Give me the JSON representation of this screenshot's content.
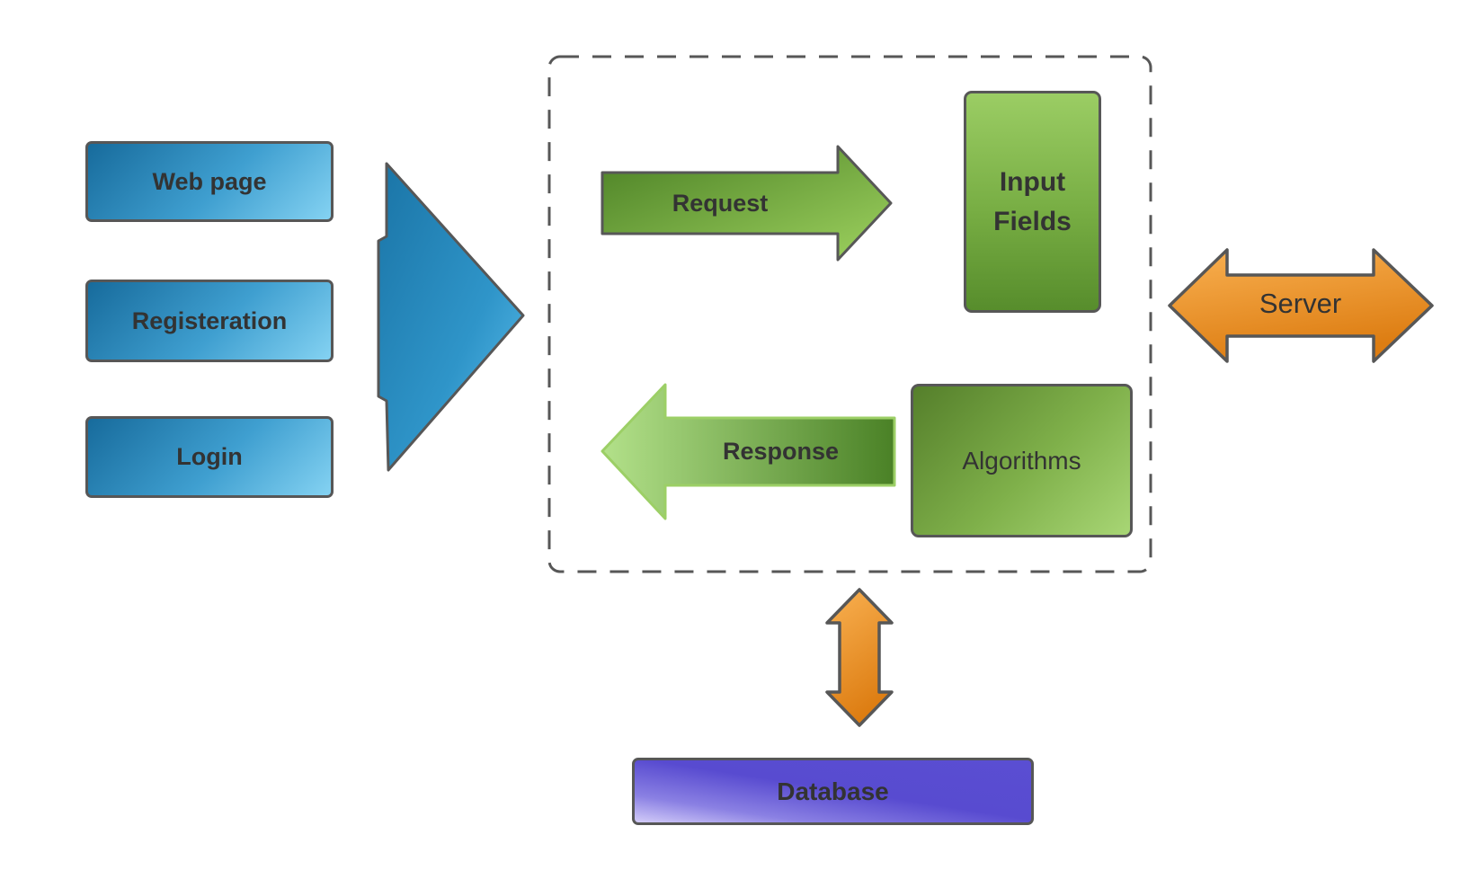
{
  "client": {
    "boxes": [
      {
        "label": "Web page"
      },
      {
        "label": "Registeration"
      },
      {
        "label": "Login"
      }
    ]
  },
  "app": {
    "request_label": "Request",
    "response_label": "Response",
    "input_fields_label": "Input Fields",
    "algorithms_label": "Algorithms"
  },
  "server": {
    "label": "Server"
  },
  "database": {
    "label": "Database"
  },
  "colors": {
    "client_blue": "#2a8fc4",
    "flow_green": "#74ad41",
    "response_border_green": "#9ccf66",
    "server_orange": "#ee9130",
    "database_purple": "#5a4ed2",
    "outline_gray": "#575757",
    "label_text": "#333333"
  }
}
